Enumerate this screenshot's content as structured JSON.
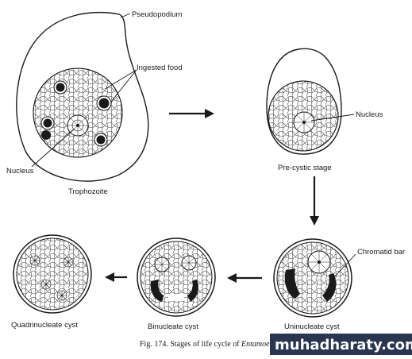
{
  "labels": {
    "pseudopodium": "Pseudopodium",
    "ingested_food": "Ingested food",
    "nucleus_left": "Nucleus",
    "trophozoite": "Trophozoite",
    "nucleus_right": "Nucleus",
    "precystic": "Pre-cystic stage",
    "chromatid_bar": "Chromatid bar",
    "uninucleate": "Uninucleate cyst",
    "binucleate": "Binucleate cyst",
    "quadrinucleate": "Quadrinucleate cyst"
  },
  "caption": {
    "prefix": "Fig. 174. Stages of life cycle of ",
    "species": "Entamoeba histolytica"
  },
  "watermark": "muhadharaty.com",
  "colors": {
    "ink": "#1a1a1a",
    "watermark_bg": "#2a3550",
    "watermark_text": "#ffffff"
  }
}
